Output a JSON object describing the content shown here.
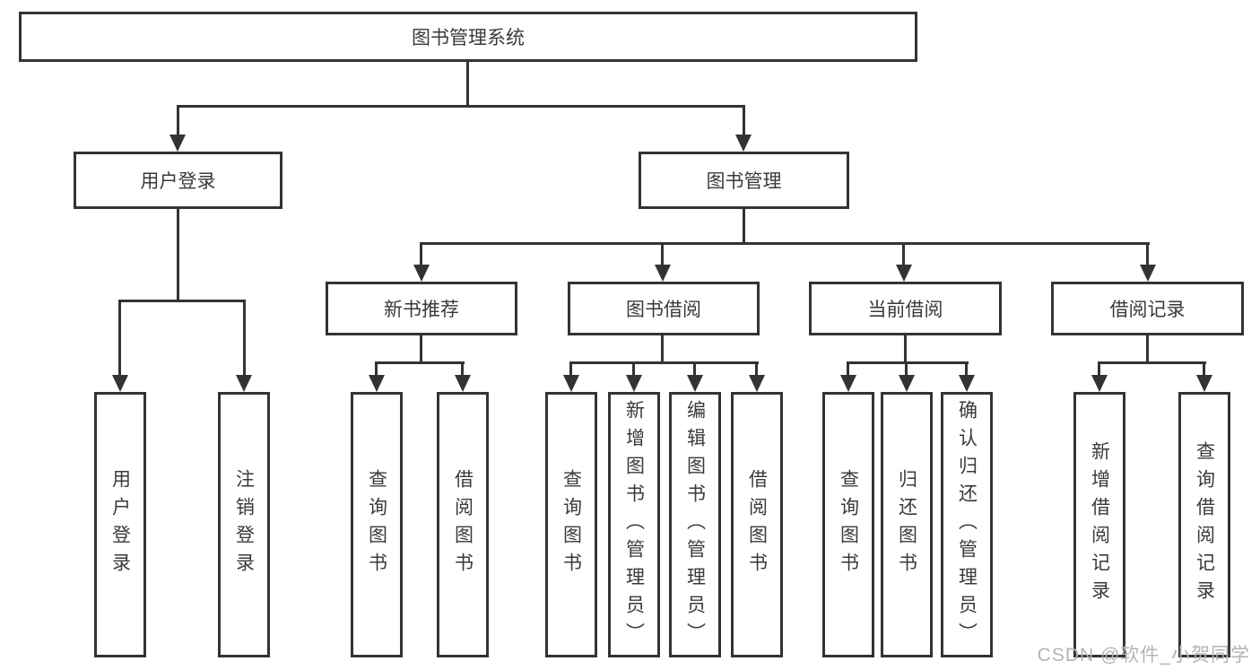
{
  "tree": {
    "label": "图书管理系统",
    "children": [
      {
        "label": "用户登录",
        "children": [
          {
            "label": "用户登录"
          },
          {
            "label": "注销登录"
          }
        ]
      },
      {
        "label": "图书管理",
        "children": [
          {
            "label": "新书推荐",
            "children": [
              {
                "label": "查询图书"
              },
              {
                "label": "借阅图书"
              }
            ]
          },
          {
            "label": "图书借阅",
            "children": [
              {
                "label": "查询图书"
              },
              {
                "label": "新增图书（管理员）"
              },
              {
                "label": "编辑图书（管理员）"
              },
              {
                "label": "借阅图书"
              }
            ]
          },
          {
            "label": "当前借阅",
            "children": [
              {
                "label": "查询图书"
              },
              {
                "label": "归还图书"
              },
              {
                "label": "确认归还（管理员）"
              }
            ]
          },
          {
            "label": "借阅记录",
            "children": [
              {
                "label": "新增借阅记录"
              },
              {
                "label": "查询借阅记录"
              }
            ]
          }
        ]
      }
    ]
  },
  "watermark": {
    "text": "CSDN @软件_小贺同学"
  },
  "colors": {
    "line": "#333333",
    "node_border": "#333333",
    "node_text": "#3a3a3a",
    "watermark": "#b3b3b3",
    "background": "#ffffff"
  }
}
